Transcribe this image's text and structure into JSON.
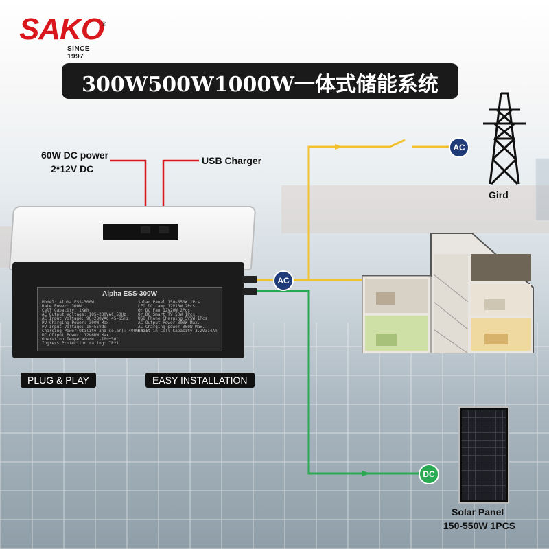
{
  "brand": {
    "name": "SAKO",
    "registered": "®",
    "since": "SINCE 1997",
    "accent": "#d9161c"
  },
  "title": "300W500W1000W一体式储能系统",
  "labels": {
    "dc_power_line1": "60W DC power",
    "dc_power_line2": "2*12V DC",
    "usb_charger": "USB Charger",
    "grid": "Gird",
    "solar_panel_line1": "Solar Panel",
    "solar_panel_line2": "150-550W  1PCS",
    "plug_play": "PLUG & PLAY",
    "easy_install": "EASY INSTALLATION"
  },
  "badges": {
    "ac_top": "AC",
    "ac_device": "AC",
    "dc": "DC"
  },
  "device": {
    "plate_title": "Alpha ESS-300W",
    "left_specs": [
      "Model:                 Alpha ESS-300W",
      "Rate Power:                     300W",
      "Cell Capacity:                  1KWh",
      "AC Output Voltage:  185~230VAC,50Hz",
      "AC Input Voltage:  90~280VAC,45~65Hz",
      "PV Charging Power:          300W Max.",
      "PV Input Voltage:            10~55Vdc",
      "Charging Power(Utility and solar): 400W Max.",
      "DC Output Power:         12V60W Max.",
      "Operation Temperature:     -10~+50c",
      "Ingress Protection rating:      IP21"
    ],
    "right_specs": [
      "Solar Panel          150~550W  1Pcs",
      "LED DC Lamp            12V10W  2Pcs",
      "Or DC Fan              12V20W  2Pcs",
      "Or DC Smart TV           50W   1Pcs",
      "USB Phone Charging      5V5W   1Pcs",
      "AC Output Power     300W Max.",
      "AC Charging power   300W Max.",
      "Built-in Cell Capacity  3.2V314Ah"
    ]
  },
  "colors": {
    "ac_line": "#f2c12e",
    "dc_line": "#2aa852",
    "usb_line": "#d9161c",
    "ac_badge": "#1f3b7a",
    "dc_badge": "#2aa852"
  },
  "icons": [
    "transmission-tower-icon",
    "house-icon",
    "solar-panel-icon",
    "switch-icon",
    "arrow-icon"
  ]
}
